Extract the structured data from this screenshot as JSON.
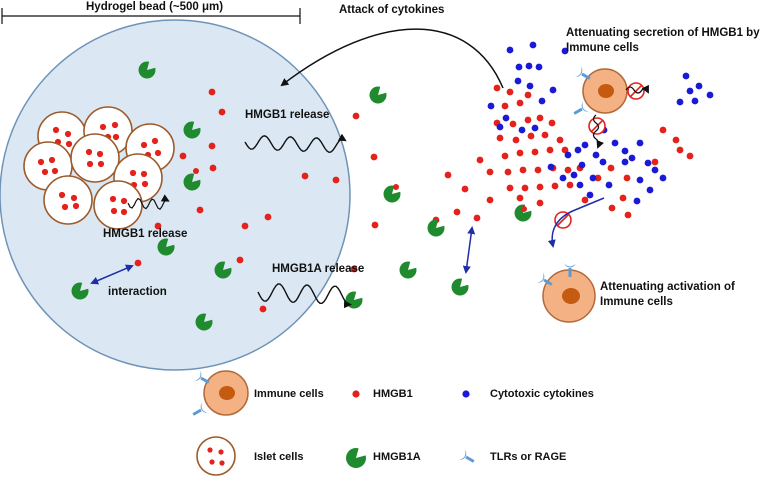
{
  "labels": {
    "bead_size": "Hydrogel bead (~500 μm)",
    "attack": "Attack of cytokines",
    "att_secretion_line1": "Attenuating secretion of HMGB1 by",
    "att_secretion_line2": "Immune cells",
    "hmgb1_release_out": "HMGB1 release",
    "hmgb1_release_in": "HMGB1 release",
    "interaction": "interaction",
    "hmgb1a_release": "HMGB1A release",
    "att_activation_line1": "Attenuating activation of",
    "att_activation_line2": "Immune cells"
  },
  "legend": [
    {
      "icon": "immune-cell-icon",
      "label": "Immune cells"
    },
    {
      "icon": "hmgb1-dot-icon",
      "label": "HMGB1"
    },
    {
      "icon": "cytokine-dot-icon",
      "label": "Cytotoxic cytokines"
    },
    {
      "icon": "islet-cell-icon",
      "label": "Islet cells"
    },
    {
      "icon": "hmgb1a-pacman-icon",
      "label": "HMGB1A"
    },
    {
      "icon": "receptor-icon",
      "label": "TLRs or RAGE"
    }
  ],
  "colors": {
    "bead_fill": "#dbe8f3",
    "bead_stroke": "#6f93b8",
    "hmgb1": "#e5211c",
    "cytokine": "#1a1ad6",
    "hmgb1a": "#1f8a2e",
    "immune_fill": "#f4b183",
    "immune_nucleus": "#c55a11",
    "islet_stroke": "#9c5a2a",
    "receptor": "#5b9bd5",
    "interaction_arrow": "#1f2fa8",
    "inhibit": "#e5211c"
  }
}
